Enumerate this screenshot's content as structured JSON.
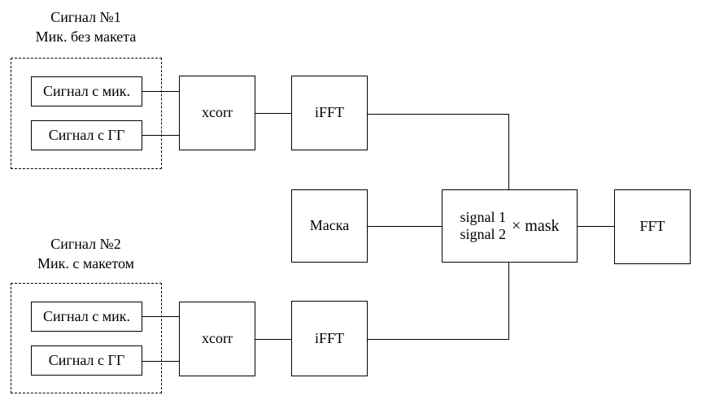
{
  "diagram": {
    "colors": {
      "background": "#ffffff",
      "line": "#000000",
      "text": "#000000"
    },
    "group1": {
      "title_line1": "Сигнал №1",
      "title_line2": "Мик. без макета",
      "input_mic": "Сигнал с мик.",
      "input_gg": "Сигнал с ГГ"
    },
    "group2": {
      "title_line1": "Сигнал №2",
      "title_line2": "Мик. с макетом",
      "input_mic": "Сигнал с мик.",
      "input_gg": "Сигнал с ГГ"
    },
    "blocks": {
      "xcorr1": "xcorr",
      "ifft1": "iFFT",
      "mask": "Маска",
      "xcorr2": "xcorr",
      "ifft2": "iFFT",
      "fft": "FFT",
      "combiner": {
        "numerator": "signal 1",
        "denominator": "signal 2",
        "multiplier": "× mask"
      }
    }
  }
}
